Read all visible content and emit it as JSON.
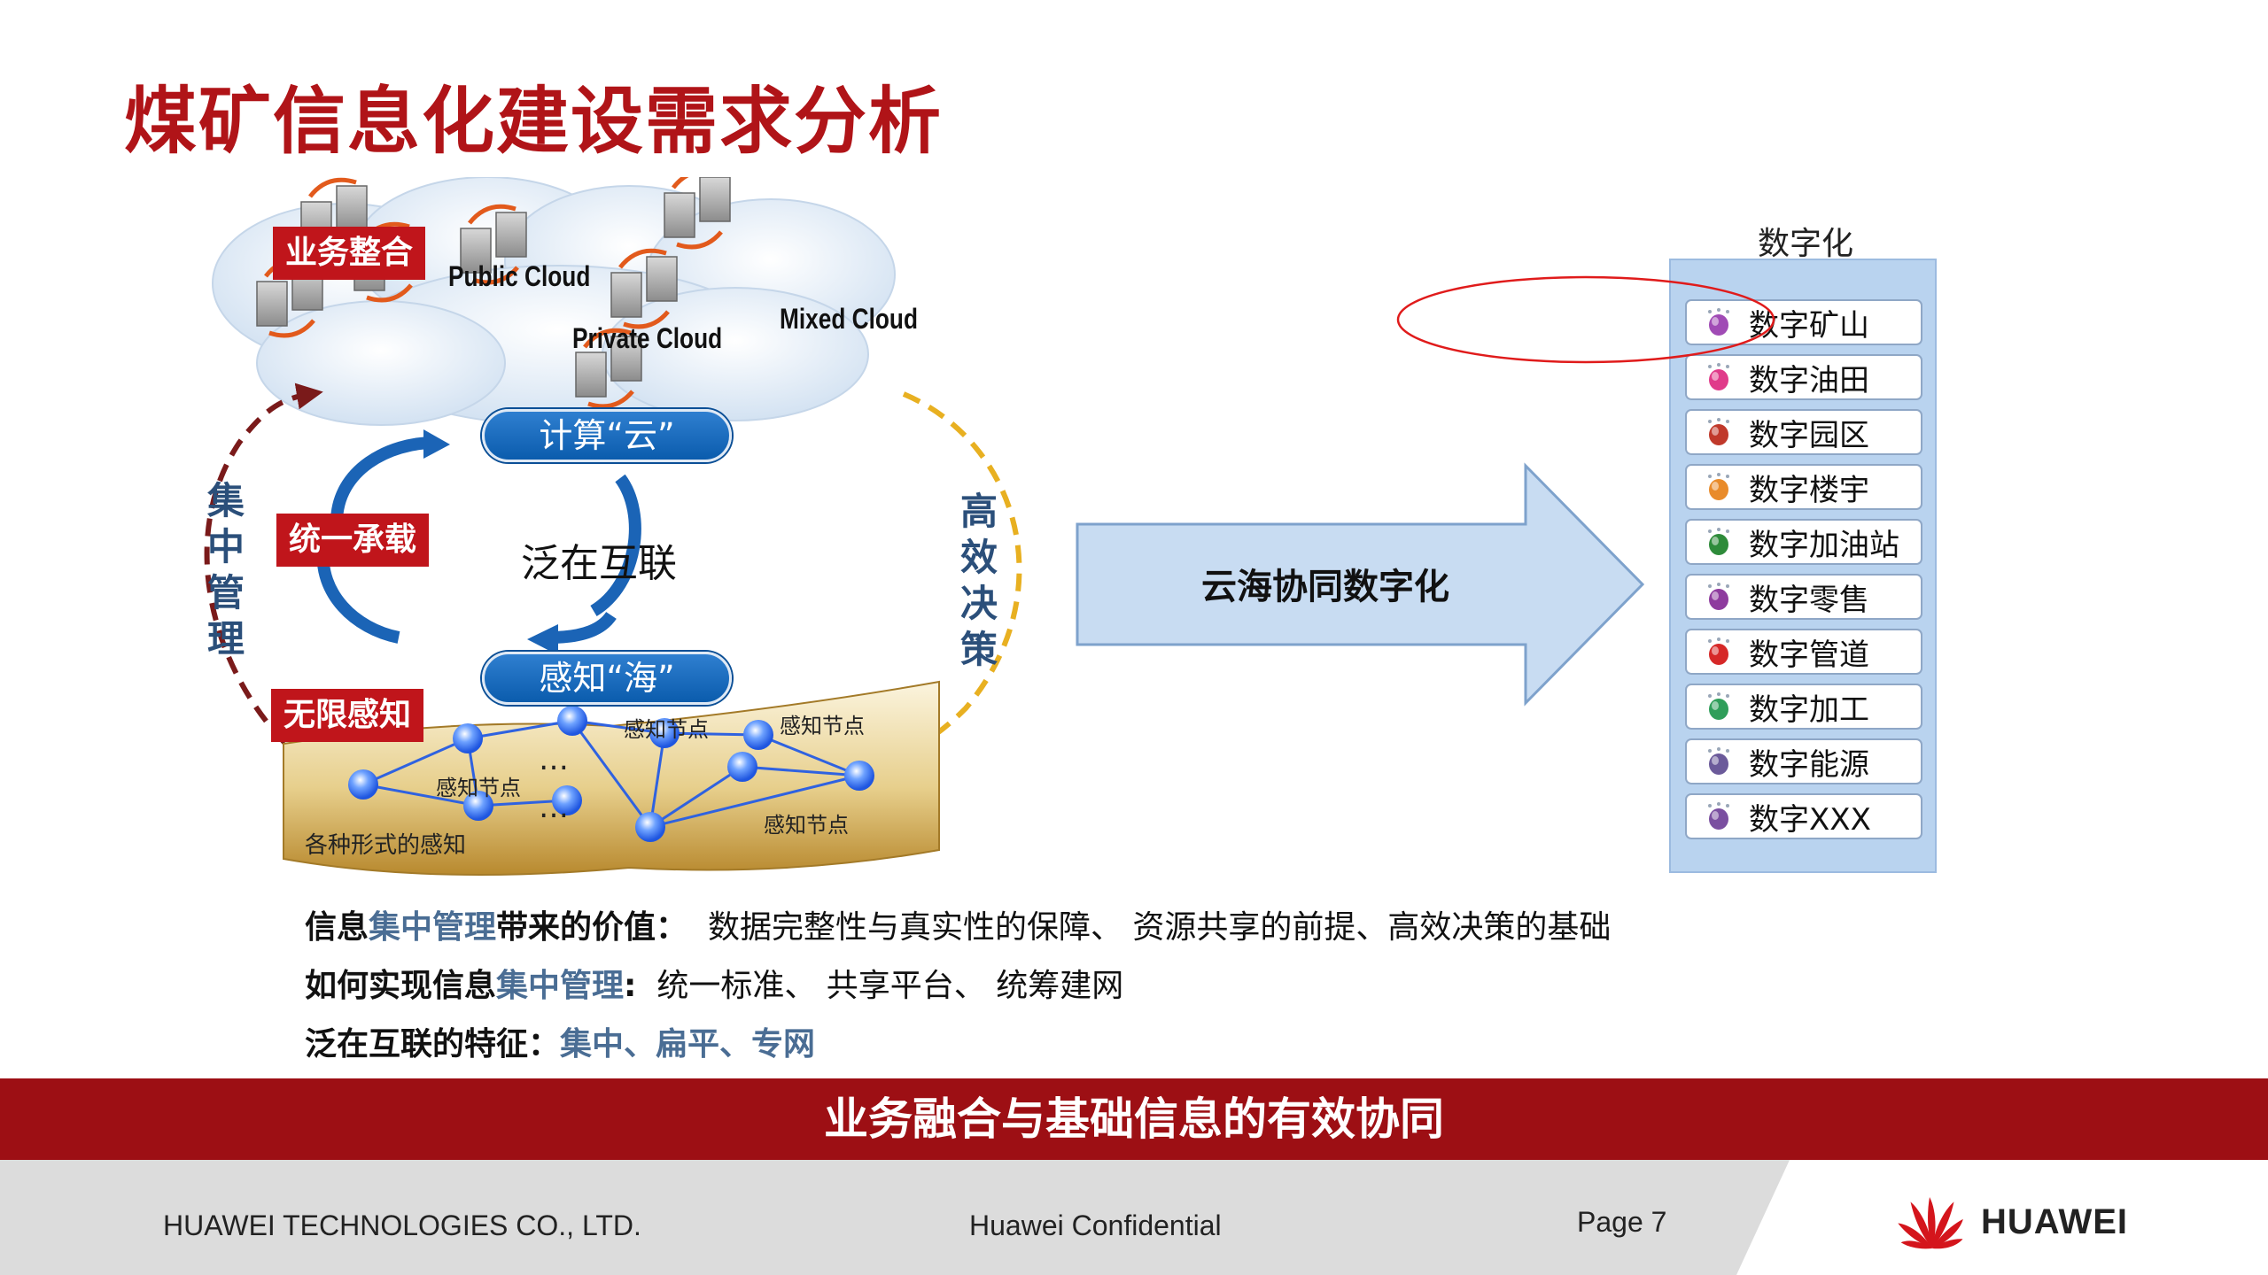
{
  "title": "煤矿信息化建设需求分析",
  "left": {
    "tags": [
      "业务整合",
      "统一承载",
      "无限感知"
    ],
    "clouds": [
      "Public Cloud",
      "Private Cloud",
      "Mixed Cloud"
    ],
    "left_vertical": "集中管理",
    "right_vertical": "高效决策",
    "compute_label": "计算“云”",
    "center_label": "泛在互联",
    "sense_label": "感知“海”",
    "node_labels": [
      "感知节点",
      "感知节点",
      "感知节点",
      "感知节点"
    ],
    "ellipsis": "…",
    "ground_label": "各种形式的感知"
  },
  "arrow_label": "云海协同数字化",
  "digital": {
    "heading": "数字化",
    "items": [
      "数字矿山",
      "数字油田",
      "数字园区",
      "数字楼宇",
      "数字加油站",
      "数字零售",
      "数字管道",
      "数字加工",
      "数字能源",
      "数字XXX"
    ]
  },
  "info": {
    "line1_a": "信息",
    "line1_hl": "集中管理",
    "line1_b": "带来的价值：",
    "line1_c": "数据完整性与真实性的保障、 资源共享的前提、高效决策的基础",
    "line2_a": "如何实现信息",
    "line2_hl": "集中管理",
    "line2_b": ":",
    "line2_c": "统一标准、 共享平台、 统筹建网",
    "line3_a": "泛在互联的特征：",
    "line3_hl": "集中、扁平、专网"
  },
  "banner": "业务融合与基础信息的有效协同",
  "footer": {
    "company": "HUAWEI TECHNOLOGIES CO., LTD.",
    "confidential": "Huawei Confidential",
    "page": "Page 7",
    "logo_text": "HUAWEI"
  },
  "colors": {
    "title_red": "#b01418",
    "banner_red": "#9d0f14",
    "panel_blue": "#b9d3ef",
    "arrow_fill": "#c8dcf2"
  }
}
